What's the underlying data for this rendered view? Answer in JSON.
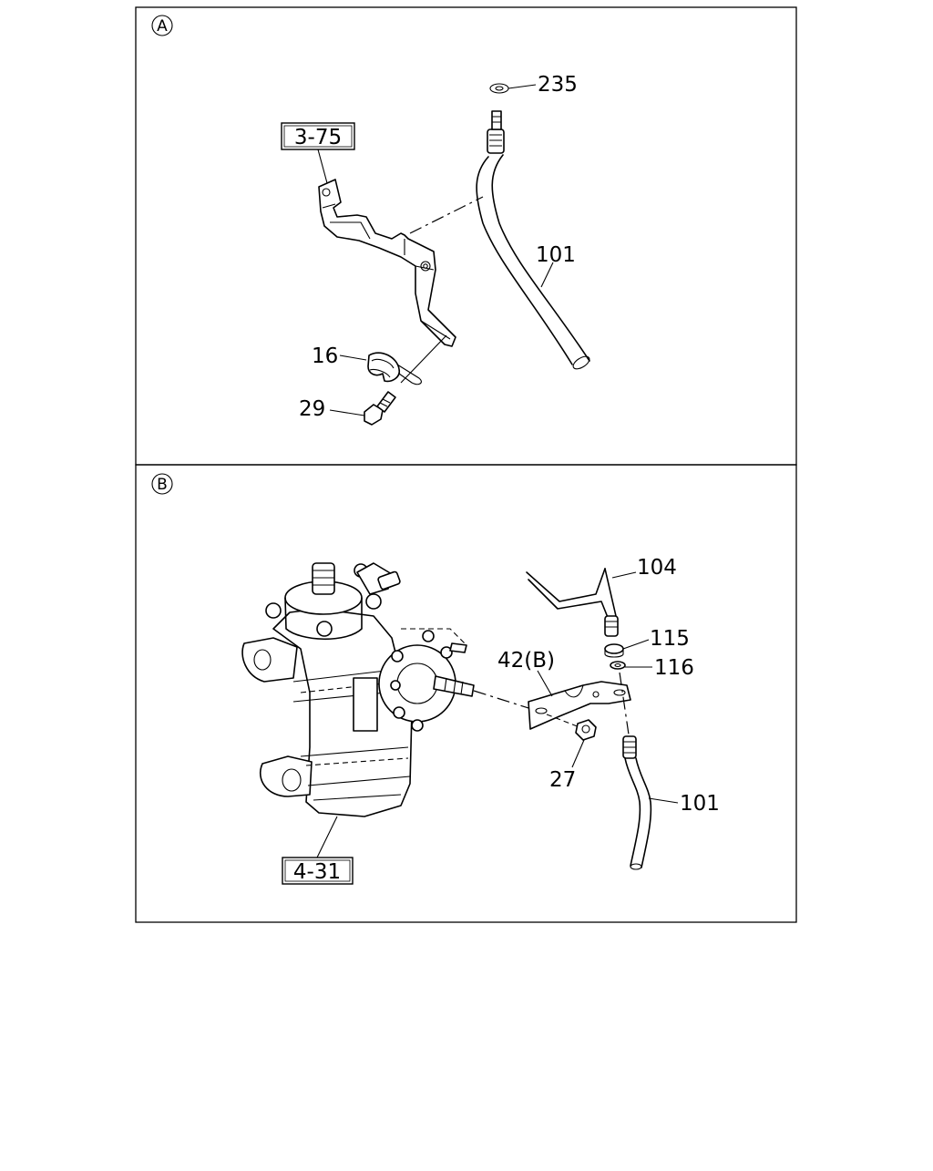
{
  "panel_a": {
    "marker": "A",
    "labels": {
      "ref_3_75": "3-75",
      "p235": "235",
      "p101": "101",
      "p16": "16",
      "p29": "29"
    }
  },
  "panel_b": {
    "marker": "B",
    "labels": {
      "p104": "104",
      "p115": "115",
      "p116": "116",
      "p42b": "42(B)",
      "p27": "27",
      "p101": "101",
      "ref_4_31": "4-31"
    }
  }
}
